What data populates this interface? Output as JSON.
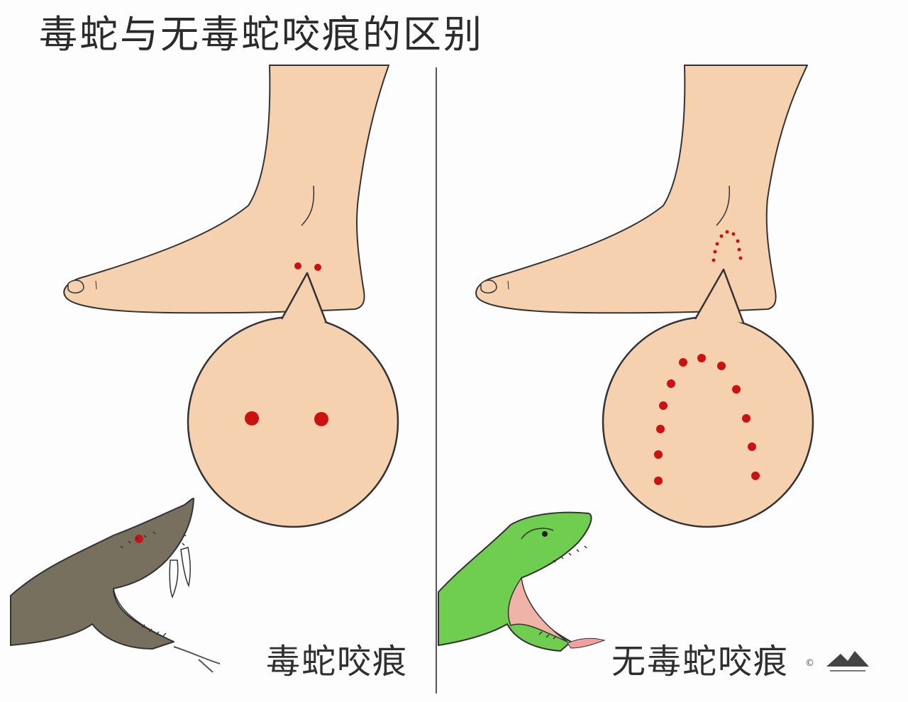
{
  "title": "毒蛇与无毒蛇咬痕的区别",
  "left_panel": {
    "caption": "毒蛇咬痕"
  },
  "right_panel": {
    "caption": "无毒蛇咬痕"
  },
  "copyright_symbol": "©",
  "colors": {
    "skin": "#f6d1b0",
    "outline": "#333333",
    "bite_mark": "#cc1111",
    "venomous_snake": "#77705f",
    "nonvenomous_snake": "#6fcd4f",
    "snake_mouth": "#f0b3a8"
  }
}
